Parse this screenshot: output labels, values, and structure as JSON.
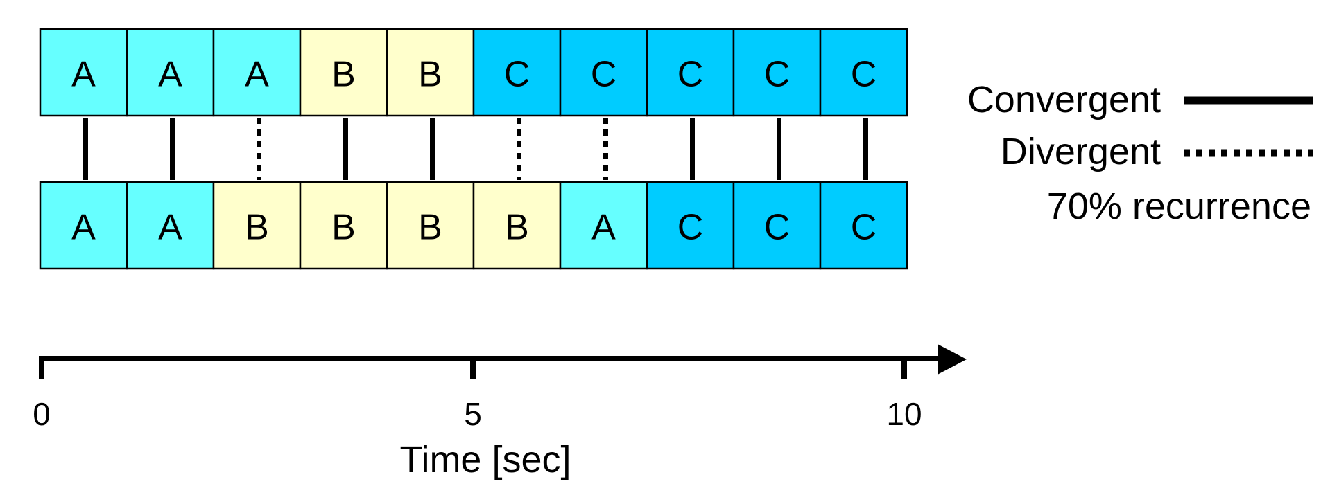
{
  "sequences": {
    "top": [
      "A",
      "A",
      "A",
      "B",
      "B",
      "C",
      "C",
      "C",
      "C",
      "C"
    ],
    "bottom": [
      "A",
      "A",
      "B",
      "B",
      "B",
      "B",
      "A",
      "C",
      "C",
      "C"
    ]
  },
  "state_colors": {
    "A": "#66ffff",
    "B": "#ffffcc",
    "C": "#00ccff"
  },
  "legend": {
    "convergent": "Convergent",
    "divergent": "Divergent",
    "recurrence": "70% recurrence"
  },
  "axis": {
    "label": "Time [sec]",
    "ticks": [
      {
        "value": 0,
        "label": "0"
      },
      {
        "value": 5,
        "label": "5"
      },
      {
        "value": 10,
        "label": "10"
      }
    ]
  }
}
